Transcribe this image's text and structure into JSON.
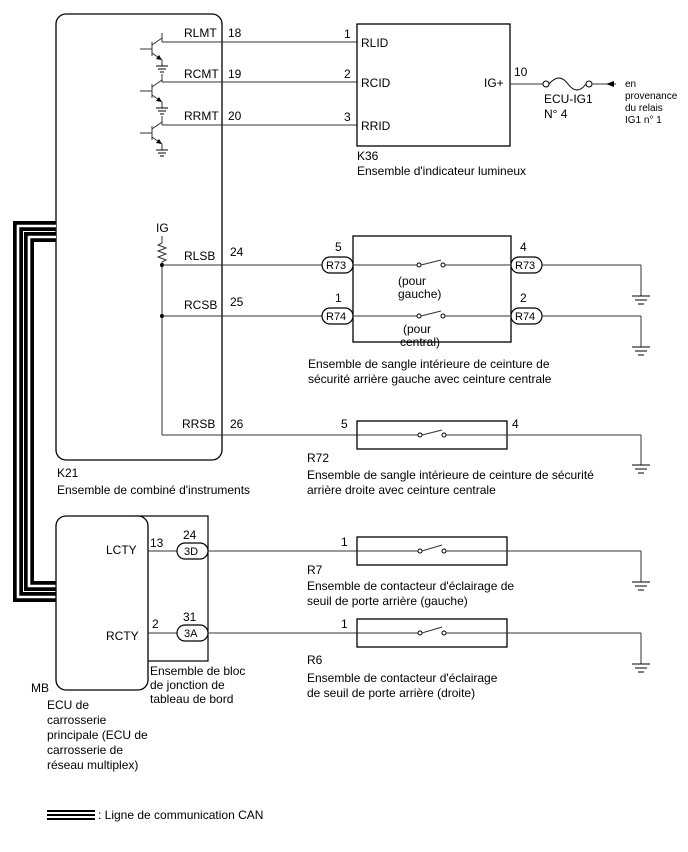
{
  "components": {
    "k21": {
      "code": "K21",
      "name": "Ensemble de combiné d'instruments"
    },
    "k36": {
      "code": "K36",
      "name": "Ensemble d'indicateur lumineux"
    },
    "r73_r74": {
      "name_line1": "Ensemble de sangle intérieure de ceinture de",
      "name_line2": "sécurité arrière gauche avec ceinture centrale"
    },
    "r72": {
      "code": "R72",
      "name_line1": "Ensemble de sangle intérieure de ceinture de sécurité",
      "name_line2": "arrière droite avec ceinture centrale"
    },
    "r7": {
      "code": "R7",
      "name_line1": "Ensemble de contacteur d'éclairage de",
      "name_line2": "seuil de porte arrière (gauche)"
    },
    "r6": {
      "code": "R6",
      "name_line1": "Ensemble de contacteur d'éclairage",
      "name_line2": "de seuil de porte arrière (droite)"
    },
    "mb": {
      "code": "MB",
      "lines": [
        "ECU de",
        "carrosserie",
        "principale (ECU de",
        "carrosserie de",
        "réseau multiplex)"
      ]
    },
    "junction": {
      "lines": [
        "Ensemble de bloc",
        "de jonction de",
        "tableau de bord"
      ]
    }
  },
  "k21_pins": [
    {
      "label": "RLMT",
      "pin": "18"
    },
    {
      "label": "RCMT",
      "pin": "19"
    },
    {
      "label": "RRMT",
      "pin": "20"
    },
    {
      "label": "RLSB",
      "pin": "24"
    },
    {
      "label": "RCSB",
      "pin": "25"
    },
    {
      "label": "RRSB",
      "pin": "26"
    }
  ],
  "k21_ig": "IG",
  "k36_pins": [
    {
      "label": "RLID",
      "pin": "1"
    },
    {
      "label": "RCID",
      "pin": "2"
    },
    {
      "label": "RRID",
      "pin": "3"
    }
  ],
  "k36_power": {
    "label": "IG+",
    "pin": "10"
  },
  "fuse": {
    "name": "ECU-IG1",
    "number": "N° 4"
  },
  "relay_source": [
    "en",
    "provenance",
    "du relais",
    "IG1 n° 1"
  ],
  "connectors": {
    "r73_left": "R73",
    "r73_right": "R73",
    "r74_left": "R74",
    "r74_right": "R74",
    "j3d": "3D",
    "j3a": "3A"
  },
  "pins": {
    "r73_left": "5",
    "r73_right": "4",
    "r74_left": "1",
    "r74_right": "2",
    "r72_left": "5",
    "r72_right": "4",
    "mb_lcty": "13",
    "mb_rcty": "2",
    "j3d": "24",
    "j3a": "31",
    "r7": "1",
    "r6": "1"
  },
  "switch_labels": {
    "left_1": "(pour",
    "left_2": "gauche)",
    "center_1": "(pour",
    "center_2": "central)"
  },
  "mb_pins": {
    "lcty": "LCTY",
    "rcty": "RCTY"
  },
  "legend": {
    "text": ": Ligne de communication CAN"
  }
}
